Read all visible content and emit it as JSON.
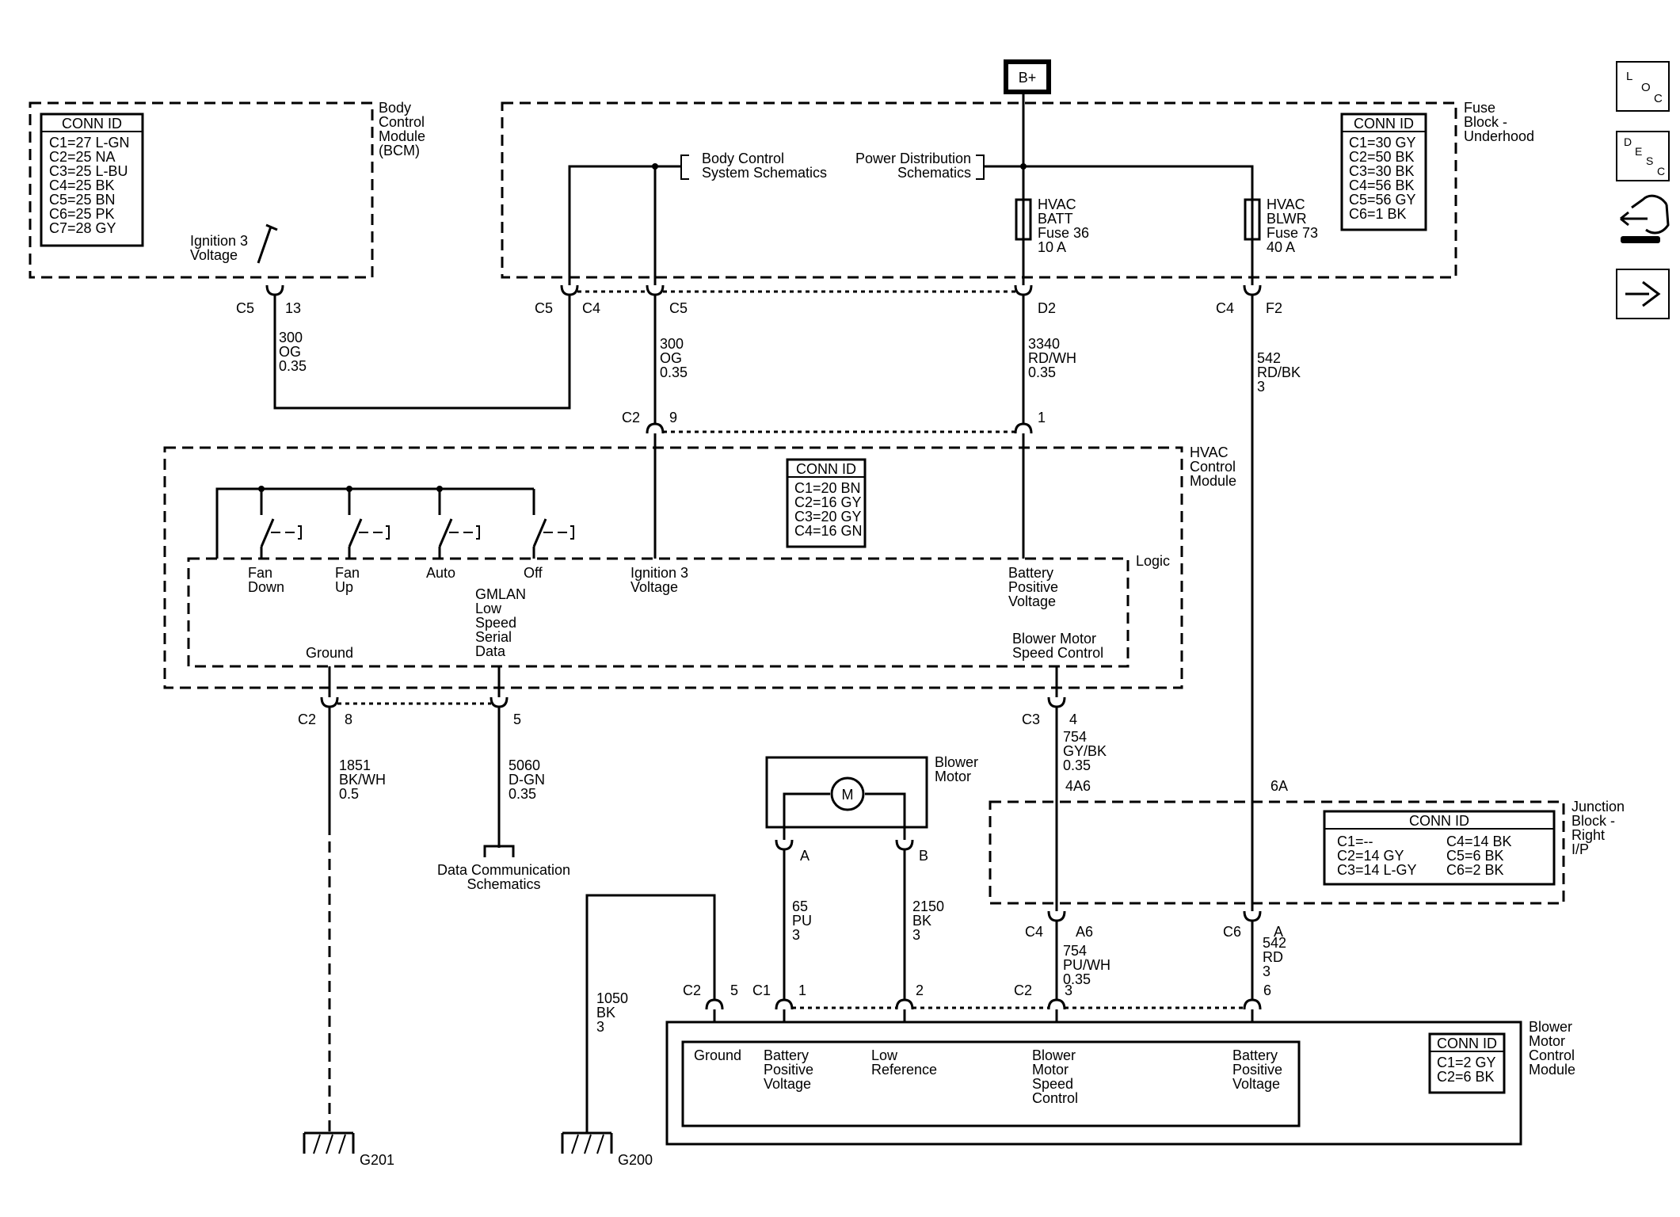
{
  "b_plus": "B+",
  "bcm": {
    "name": [
      "Body",
      "Control",
      "Module",
      "(BCM)"
    ],
    "conn_title": "CONN ID",
    "conn": [
      "C1=27 L-GN",
      "C2=25 NA",
      "C3=25 L-BU",
      "C4=25 BK",
      "C5=25 BN",
      "C6=25 PK",
      "C7=28 GY"
    ],
    "ign_label": [
      "Ignition 3",
      "Voltage"
    ],
    "conn_c": "C5",
    "conn_pin": "13"
  },
  "fuse_block": {
    "name": [
      "Fuse",
      "Block -",
      "Underhood"
    ],
    "conn_title": "CONN ID",
    "conn": [
      "C1=30 GY",
      "C2=50 BK",
      "C3=30 BK",
      "C4=56 BK",
      "C5=56 GY",
      "C6=1 BK"
    ],
    "ref_bcs": [
      "Body Control",
      "System Schematics"
    ],
    "ref_pd": [
      "Power Distribution",
      "Schematics"
    ],
    "fuse1": [
      "HVAC",
      "BATT",
      "Fuse 36",
      "10 A"
    ],
    "fuse2": [
      "HVAC",
      "BLWR",
      "Fuse 73",
      "40 A"
    ],
    "pin_c5a": "C5",
    "pin_c4a": "C4",
    "pin_c5b": "C5",
    "pin_d2": "D2",
    "pin_c4b": "C4",
    "pin_f2": "F2"
  },
  "wires": {
    "w300a": [
      "300",
      "OG",
      "0.35"
    ],
    "w300b": [
      "300",
      "OG",
      "0.35"
    ],
    "w3340": [
      "3340",
      "RD/WH",
      "0.35"
    ],
    "w542a": [
      "542",
      "RD/BK",
      "3"
    ],
    "w1851": [
      "1851",
      "BK/WH",
      "0.5"
    ],
    "w5060": [
      "5060",
      "D-GN",
      "0.35"
    ],
    "w754a": [
      "754",
      "GY/BK",
      "0.35"
    ],
    "w754b": [
      "754",
      "PU/WH",
      "0.35"
    ],
    "w542b": [
      "542",
      "RD",
      "3"
    ],
    "w65": [
      "65",
      "PU",
      "3"
    ],
    "w2150": [
      "2150",
      "BK",
      "3"
    ],
    "w1050": [
      "1050",
      "BK",
      "3"
    ]
  },
  "hvac": {
    "name": [
      "HVAC",
      "Control",
      "Module"
    ],
    "conn_title": "CONN ID",
    "conn": [
      "C1=20 BN",
      "C2=16 GY",
      "C3=20 GY",
      "C4=16 GN"
    ],
    "logic": "Logic",
    "sw": [
      [
        "Fan",
        "Down"
      ],
      [
        "Fan",
        "Up"
      ],
      [
        "Auto"
      ],
      [
        "Off"
      ]
    ],
    "ign": [
      "Ignition 3",
      "Voltage"
    ],
    "batt": [
      "Battery",
      "Positive",
      "Voltage"
    ],
    "ground": "Ground",
    "gmlan": [
      "GMLAN",
      "Low",
      "Speed",
      "Serial",
      "Data"
    ],
    "bmsc": [
      "Blower Motor",
      "Speed Control"
    ],
    "c2": "C2",
    "pin9": "9",
    "pin1": "1",
    "c2b": "C2",
    "pin8": "8",
    "pin5": "5",
    "c3": "C3",
    "pin4": "4"
  },
  "data_comm": [
    "Data Communication",
    "Schematics"
  ],
  "junction": {
    "name": [
      "Junction",
      "Block -",
      "Right",
      "I/P"
    ],
    "conn_title": "CONN ID",
    "conn_left": [
      "C1=--",
      "C2=14 GY",
      "C3=14 L-GY"
    ],
    "conn_right": [
      "C4=14 BK",
      "C5=6 BK",
      "C6=2 BK"
    ],
    "pin_4a6": "4A6",
    "pin_6a": "6A",
    "c4": "C4",
    "a6": "A6",
    "c6": "C6",
    "a": "A"
  },
  "blower_motor": {
    "name": [
      "Blower",
      "Motor"
    ],
    "m": "M",
    "pin_a": "A",
    "pin_b": "B"
  },
  "bmcm": {
    "name": [
      "Blower",
      "Motor",
      "Control",
      "Module"
    ],
    "conn_title": "CONN ID",
    "conn": [
      "C1=2 GY",
      "C2=6 BK"
    ],
    "ground": "Ground",
    "batt1": [
      "Battery",
      "Positive",
      "Voltage"
    ],
    "lowref": [
      "Low",
      "Reference"
    ],
    "bmsc": [
      "Blower",
      "Motor",
      "Speed",
      "Control"
    ],
    "batt2": [
      "Battery",
      "Positive",
      "Voltage"
    ],
    "c2": "C2",
    "pin5": "5",
    "c1": "C1",
    "pin1": "1",
    "pin2": "2",
    "c2b": "C2",
    "pin3": "3",
    "pin6": "6"
  },
  "grounds": {
    "g201": "G201",
    "g200": "G200"
  },
  "nav": {
    "loc": [
      "L",
      "O",
      "C"
    ],
    "desc": [
      "D",
      "E",
      "S",
      "C"
    ],
    "icons": [
      "loc-icon",
      "desc-icon",
      "connector-tool-icon",
      "arrow-right-icon"
    ]
  }
}
